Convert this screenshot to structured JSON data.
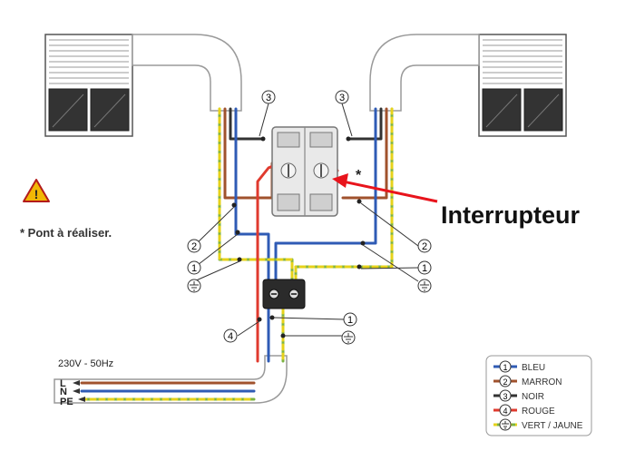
{
  "title_label": "Interrupteur",
  "note": "* Pont à réaliser.",
  "bridge_mark": "*",
  "supply": {
    "voltage": "230V - 50Hz",
    "terminals": [
      "L",
      "N",
      "PE"
    ]
  },
  "wire_numbers": {
    "n1": "1",
    "n2": "2",
    "n3": "3",
    "n4": "4"
  },
  "legend": [
    {
      "num": "1",
      "label": "BLEU",
      "color": "#2f5bb5"
    },
    {
      "num": "2",
      "label": "MARRON",
      "color": "#a0522d"
    },
    {
      "num": "3",
      "label": "NOIR",
      "color": "#333333"
    },
    {
      "num": "4",
      "label": "ROUGE",
      "color": "#e03a2e"
    },
    {
      "num": "",
      "label": "VERT / JAUNE",
      "color": "#9cc83a"
    }
  ],
  "colors": {
    "accent": "#e8141c",
    "warning": "#f2b705",
    "conduit": "#bdbdbd"
  }
}
